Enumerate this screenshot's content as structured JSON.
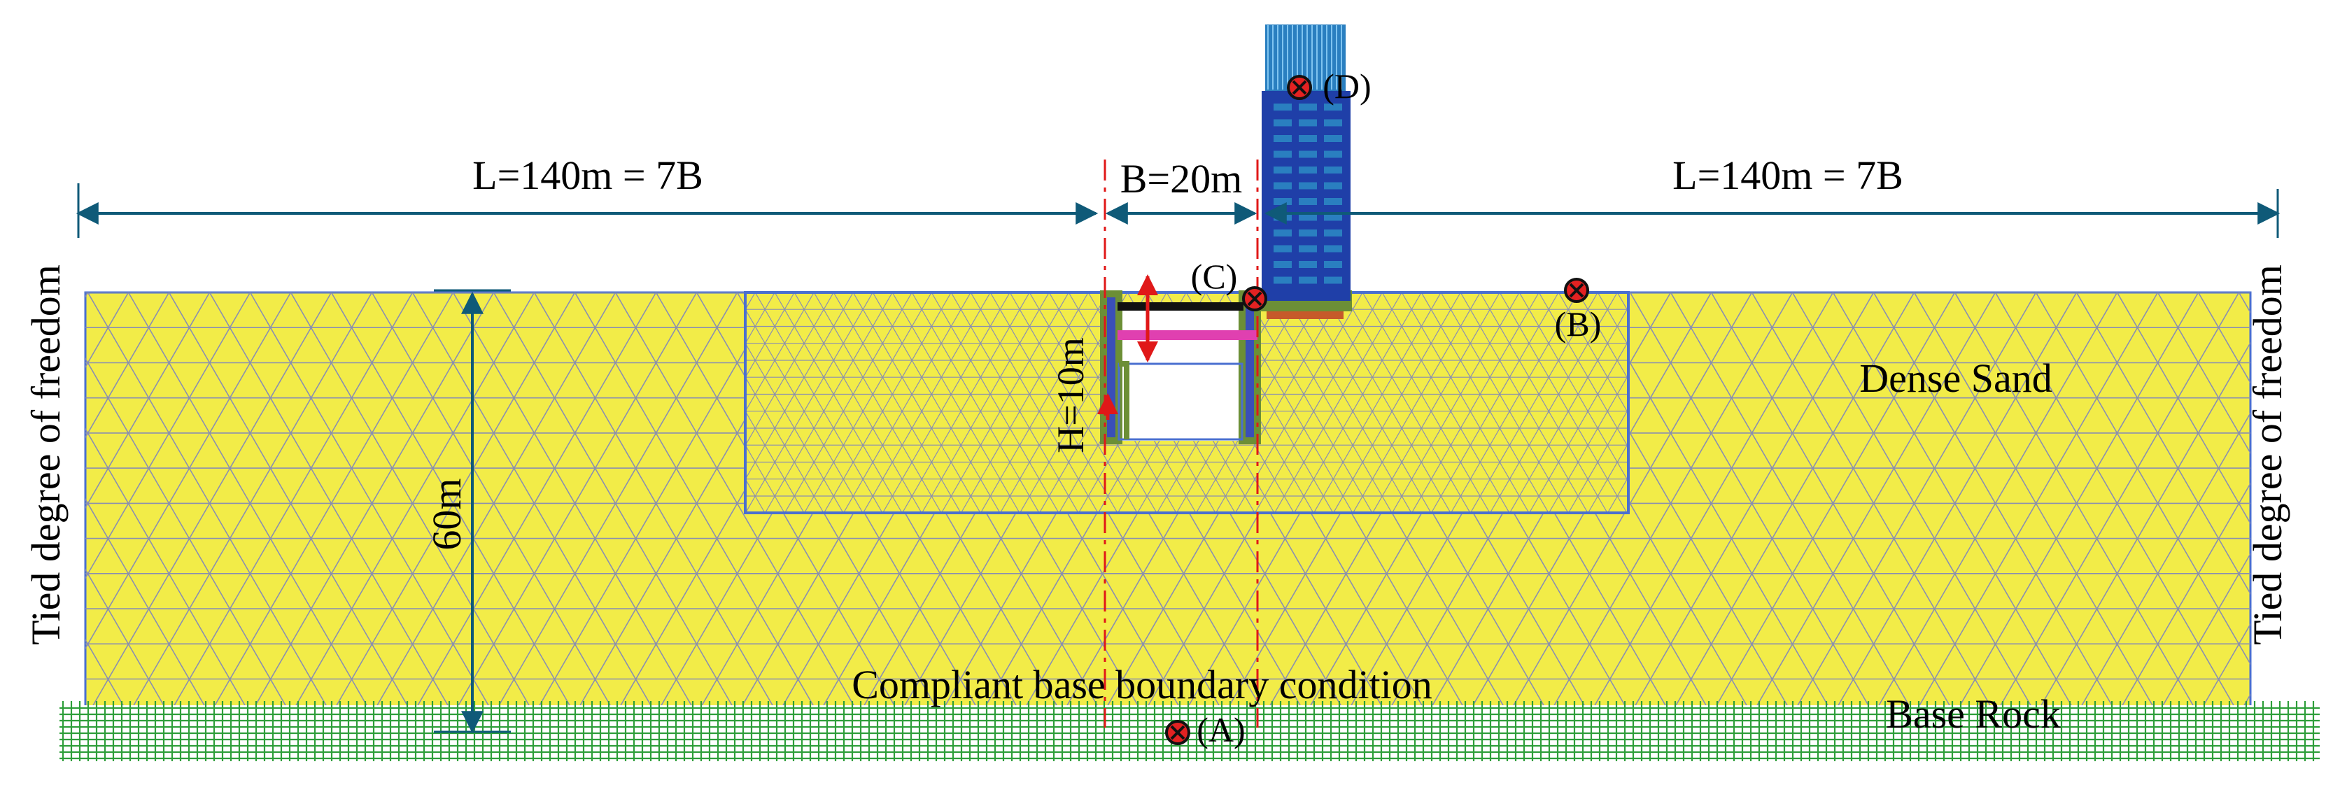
{
  "labels": {
    "left_span": "L=140m = 7B",
    "excavation_width": "B=20m",
    "right_span": "L=140m = 7B",
    "depth": "60m",
    "wall_height": "H=10m",
    "soil_name": "Dense Sand",
    "base_condition": "Compliant base boundary condition",
    "base_name": "Base Rock",
    "left_boundary": "Tied degree of freedom",
    "right_boundary": "Tied degree of freedom"
  },
  "points": [
    {
      "id": "A",
      "label": "(A)"
    },
    {
      "id": "B",
      "label": "(B)"
    },
    {
      "id": "C",
      "label": "(C)"
    },
    {
      "id": "D",
      "label": "(D)"
    }
  ],
  "colors": {
    "soil": "#f2ec48",
    "mesh": "#8a8fb0",
    "boundary": "#4a6fd0",
    "dimension": "#0f5a78",
    "base_rock": "#2e9e3a",
    "building": "#1f3fa8",
    "building_top": "#2a7fc0",
    "marker": "#e32222",
    "strut_top": "#111111",
    "strut_mid": "#e040b0",
    "wall": "#3a4fb8",
    "wall_coat": "#6c8f36",
    "foundation": "#c65a2a",
    "centerline": "#e01818"
  }
}
